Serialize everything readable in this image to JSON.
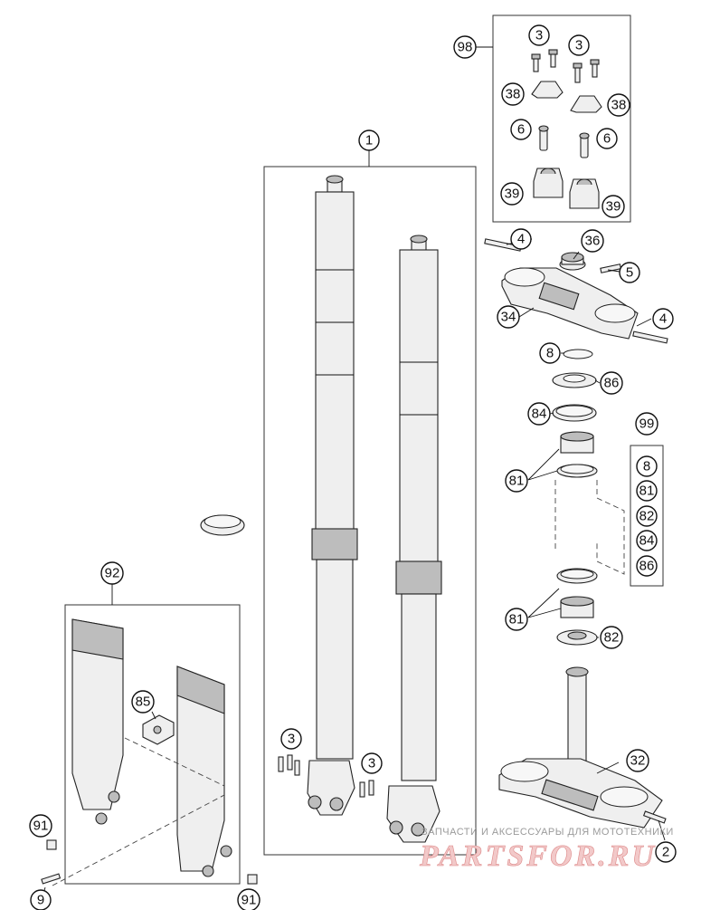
{
  "callouts": [
    {
      "id": "c98",
      "label": "98"
    },
    {
      "id": "c3a",
      "label": "3"
    },
    {
      "id": "c3b",
      "label": "3"
    },
    {
      "id": "c38a",
      "label": "38"
    },
    {
      "id": "c38b",
      "label": "38"
    },
    {
      "id": "c6a",
      "label": "6"
    },
    {
      "id": "c6b",
      "label": "6"
    },
    {
      "id": "c39a",
      "label": "39"
    },
    {
      "id": "c39b",
      "label": "39"
    },
    {
      "id": "c1",
      "label": "1"
    },
    {
      "id": "c4a",
      "label": "4"
    },
    {
      "id": "c36",
      "label": "36"
    },
    {
      "id": "c5",
      "label": "5"
    },
    {
      "id": "c34",
      "label": "34"
    },
    {
      "id": "c4b",
      "label": "4"
    },
    {
      "id": "c8",
      "label": "8"
    },
    {
      "id": "c86",
      "label": "86"
    },
    {
      "id": "c84",
      "label": "84"
    },
    {
      "id": "c99",
      "label": "99"
    },
    {
      "id": "k8",
      "label": "8"
    },
    {
      "id": "k81",
      "label": "81"
    },
    {
      "id": "k82",
      "label": "82"
    },
    {
      "id": "k84",
      "label": "84"
    },
    {
      "id": "k86",
      "label": "86"
    },
    {
      "id": "c81a",
      "label": "81"
    },
    {
      "id": "c81b",
      "label": "81"
    },
    {
      "id": "c82",
      "label": "82"
    },
    {
      "id": "c92",
      "label": "92"
    },
    {
      "id": "c85",
      "label": "85"
    },
    {
      "id": "c3c",
      "label": "3"
    },
    {
      "id": "c3d",
      "label": "3"
    },
    {
      "id": "c32",
      "label": "32"
    },
    {
      "id": "c91a",
      "label": "91"
    },
    {
      "id": "c9",
      "label": "9"
    },
    {
      "id": "c91b",
      "label": "91"
    },
    {
      "id": "c2",
      "label": "2"
    }
  ],
  "watermark": {
    "caption": "ЗАПЧАСТИ И АКСЕССУАРЫ ДЛЯ МОТОТЕХНИКИ",
    "logo": "PARTSFOR.RU"
  }
}
